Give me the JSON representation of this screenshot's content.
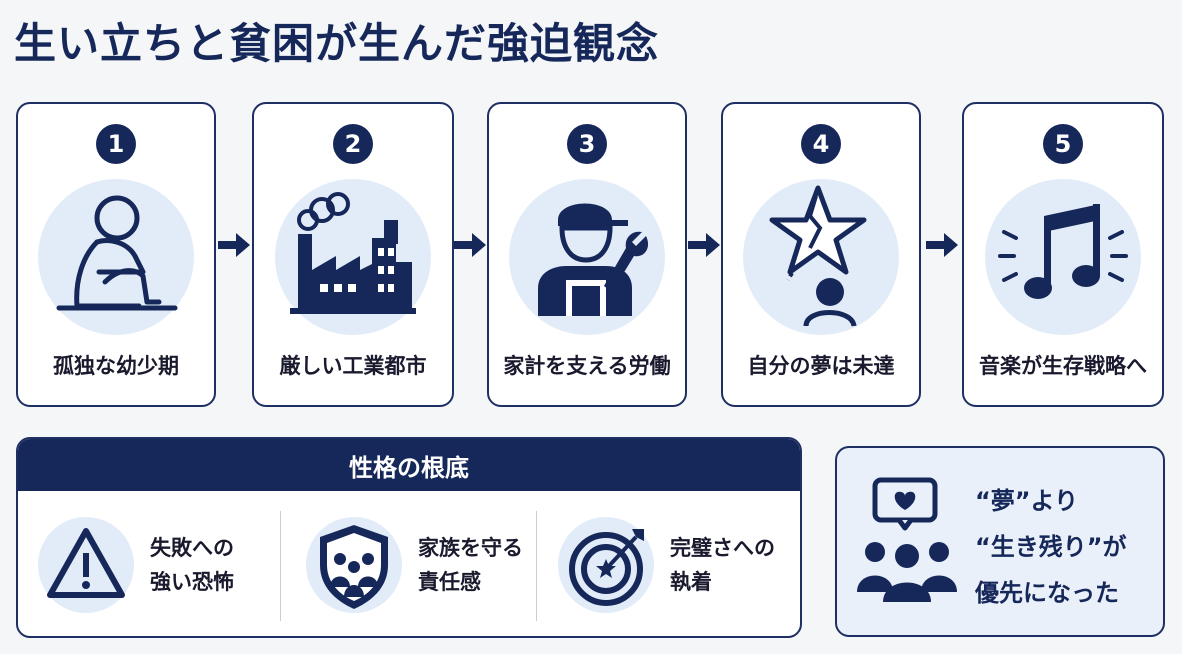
{
  "title": "生い立ちと貧困が生んだ強迫観念",
  "steps": [
    {
      "number": "1",
      "label": "孤独な幼少期",
      "icon": "lonely-child-icon"
    },
    {
      "number": "2",
      "label": "厳しい工業都市",
      "icon": "factory-icon"
    },
    {
      "number": "3",
      "label": "家計を支える労働",
      "icon": "worker-icon"
    },
    {
      "number": "4",
      "label": "自分の夢は未達",
      "icon": "broken-star-icon"
    },
    {
      "number": "5",
      "label": "音楽が生存戦略へ",
      "icon": "music-note-icon"
    }
  ],
  "traits": {
    "header": "性格の根底",
    "items": [
      {
        "line1": "失敗への",
        "line2": "強い恐怖",
        "icon": "warning-icon"
      },
      {
        "line1": "家族を守る",
        "line2": "責任感",
        "icon": "family-shield-icon"
      },
      {
        "line1": "完璧さへの",
        "line2": "執着",
        "icon": "target-icon"
      }
    ]
  },
  "result": {
    "line1": "“夢”より",
    "line2": "“生き残り”が",
    "line3": "優先になった",
    "icon": "group-heart-icon"
  },
  "colors": {
    "navy": "#16285a",
    "light_circle": "#e2ecf8",
    "background": "#f5f6f8"
  }
}
